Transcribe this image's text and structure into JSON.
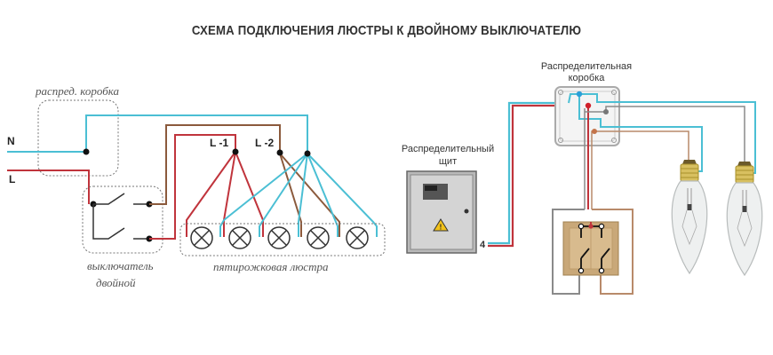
{
  "title": "СХЕМА ПОДКЛЮЧЕНИЯ ЛЮСТРЫ К ДВОЙНОМУ ВЫКЛЮЧАТЕЛЮ",
  "left_diagram": {
    "junction_box_label": "распред. коробка",
    "neutral_label": "N",
    "line_label": "L",
    "l1_label": "L -1",
    "l2_label": "L -2",
    "switch_label_line1": "выключатель",
    "switch_label_line2": "двойной",
    "chandelier_label": "пятирожковая люстра",
    "lamp_count": 5
  },
  "right_diagram": {
    "junction_box_label_line1": "Распределительная",
    "junction_box_label_line2": "коробка",
    "panel_label_line1": "Распределительный",
    "panel_label_line2": "щит",
    "panel_wire_count": "4",
    "bulb_count": 2
  },
  "colors": {
    "neutral": "#4bbfd4",
    "phase": "#c0343c",
    "brown": "#8b5a3c",
    "gray": "#8a8a8a",
    "tan": "#b88a6a",
    "dot": "#111111"
  }
}
